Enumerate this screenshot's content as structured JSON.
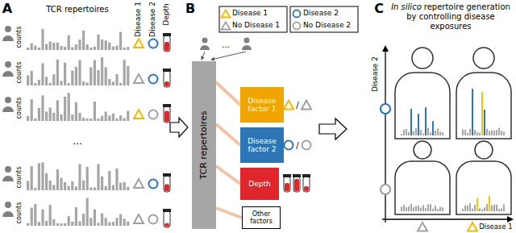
{
  "diagram": {
    "nodes": [
      {
        "text": [
          "TCR repertoires"
        ]
      },
      {
        "text": [
          "Disease factor 1"
        ]
      },
      {
        "text": [
          "Disease factor 2"
        ]
      },
      {
        "text": [
          "Depth"
        ]
      },
      {
        "text": [
          "Other factors"
        ]
      }
    ],
    "edges": [
      {
        "from": 0,
        "to": 1,
        "arrow": "none"
      },
      {
        "from": 0,
        "to": 2,
        "arrow": "none"
      },
      {
        "from": 0,
        "to": 3,
        "arrow": "none"
      },
      {
        "from": 0,
        "to": 4,
        "arrow": "none"
      }
    ],
    "labels": [
      "A",
      "TCR repertoires",
      "Disease 1",
      "Disease 2",
      "Depth",
      "counts",
      "counts",
      "counts",
      "counts",
      "counts",
      "...",
      "B",
      "...",
      "/",
      "/",
      "C",
      "In silico",
      "repertoire generation by controlling disease exposures",
      "Disease 2",
      "Disease 1"
    ],
    "legend": [
      {
        "text": "Disease 1"
      },
      {
        "text": "No Disease 1"
      },
      {
        "text": "Disease 2"
      },
      {
        "text": "No Disease 2"
      }
    ]
  }
}
